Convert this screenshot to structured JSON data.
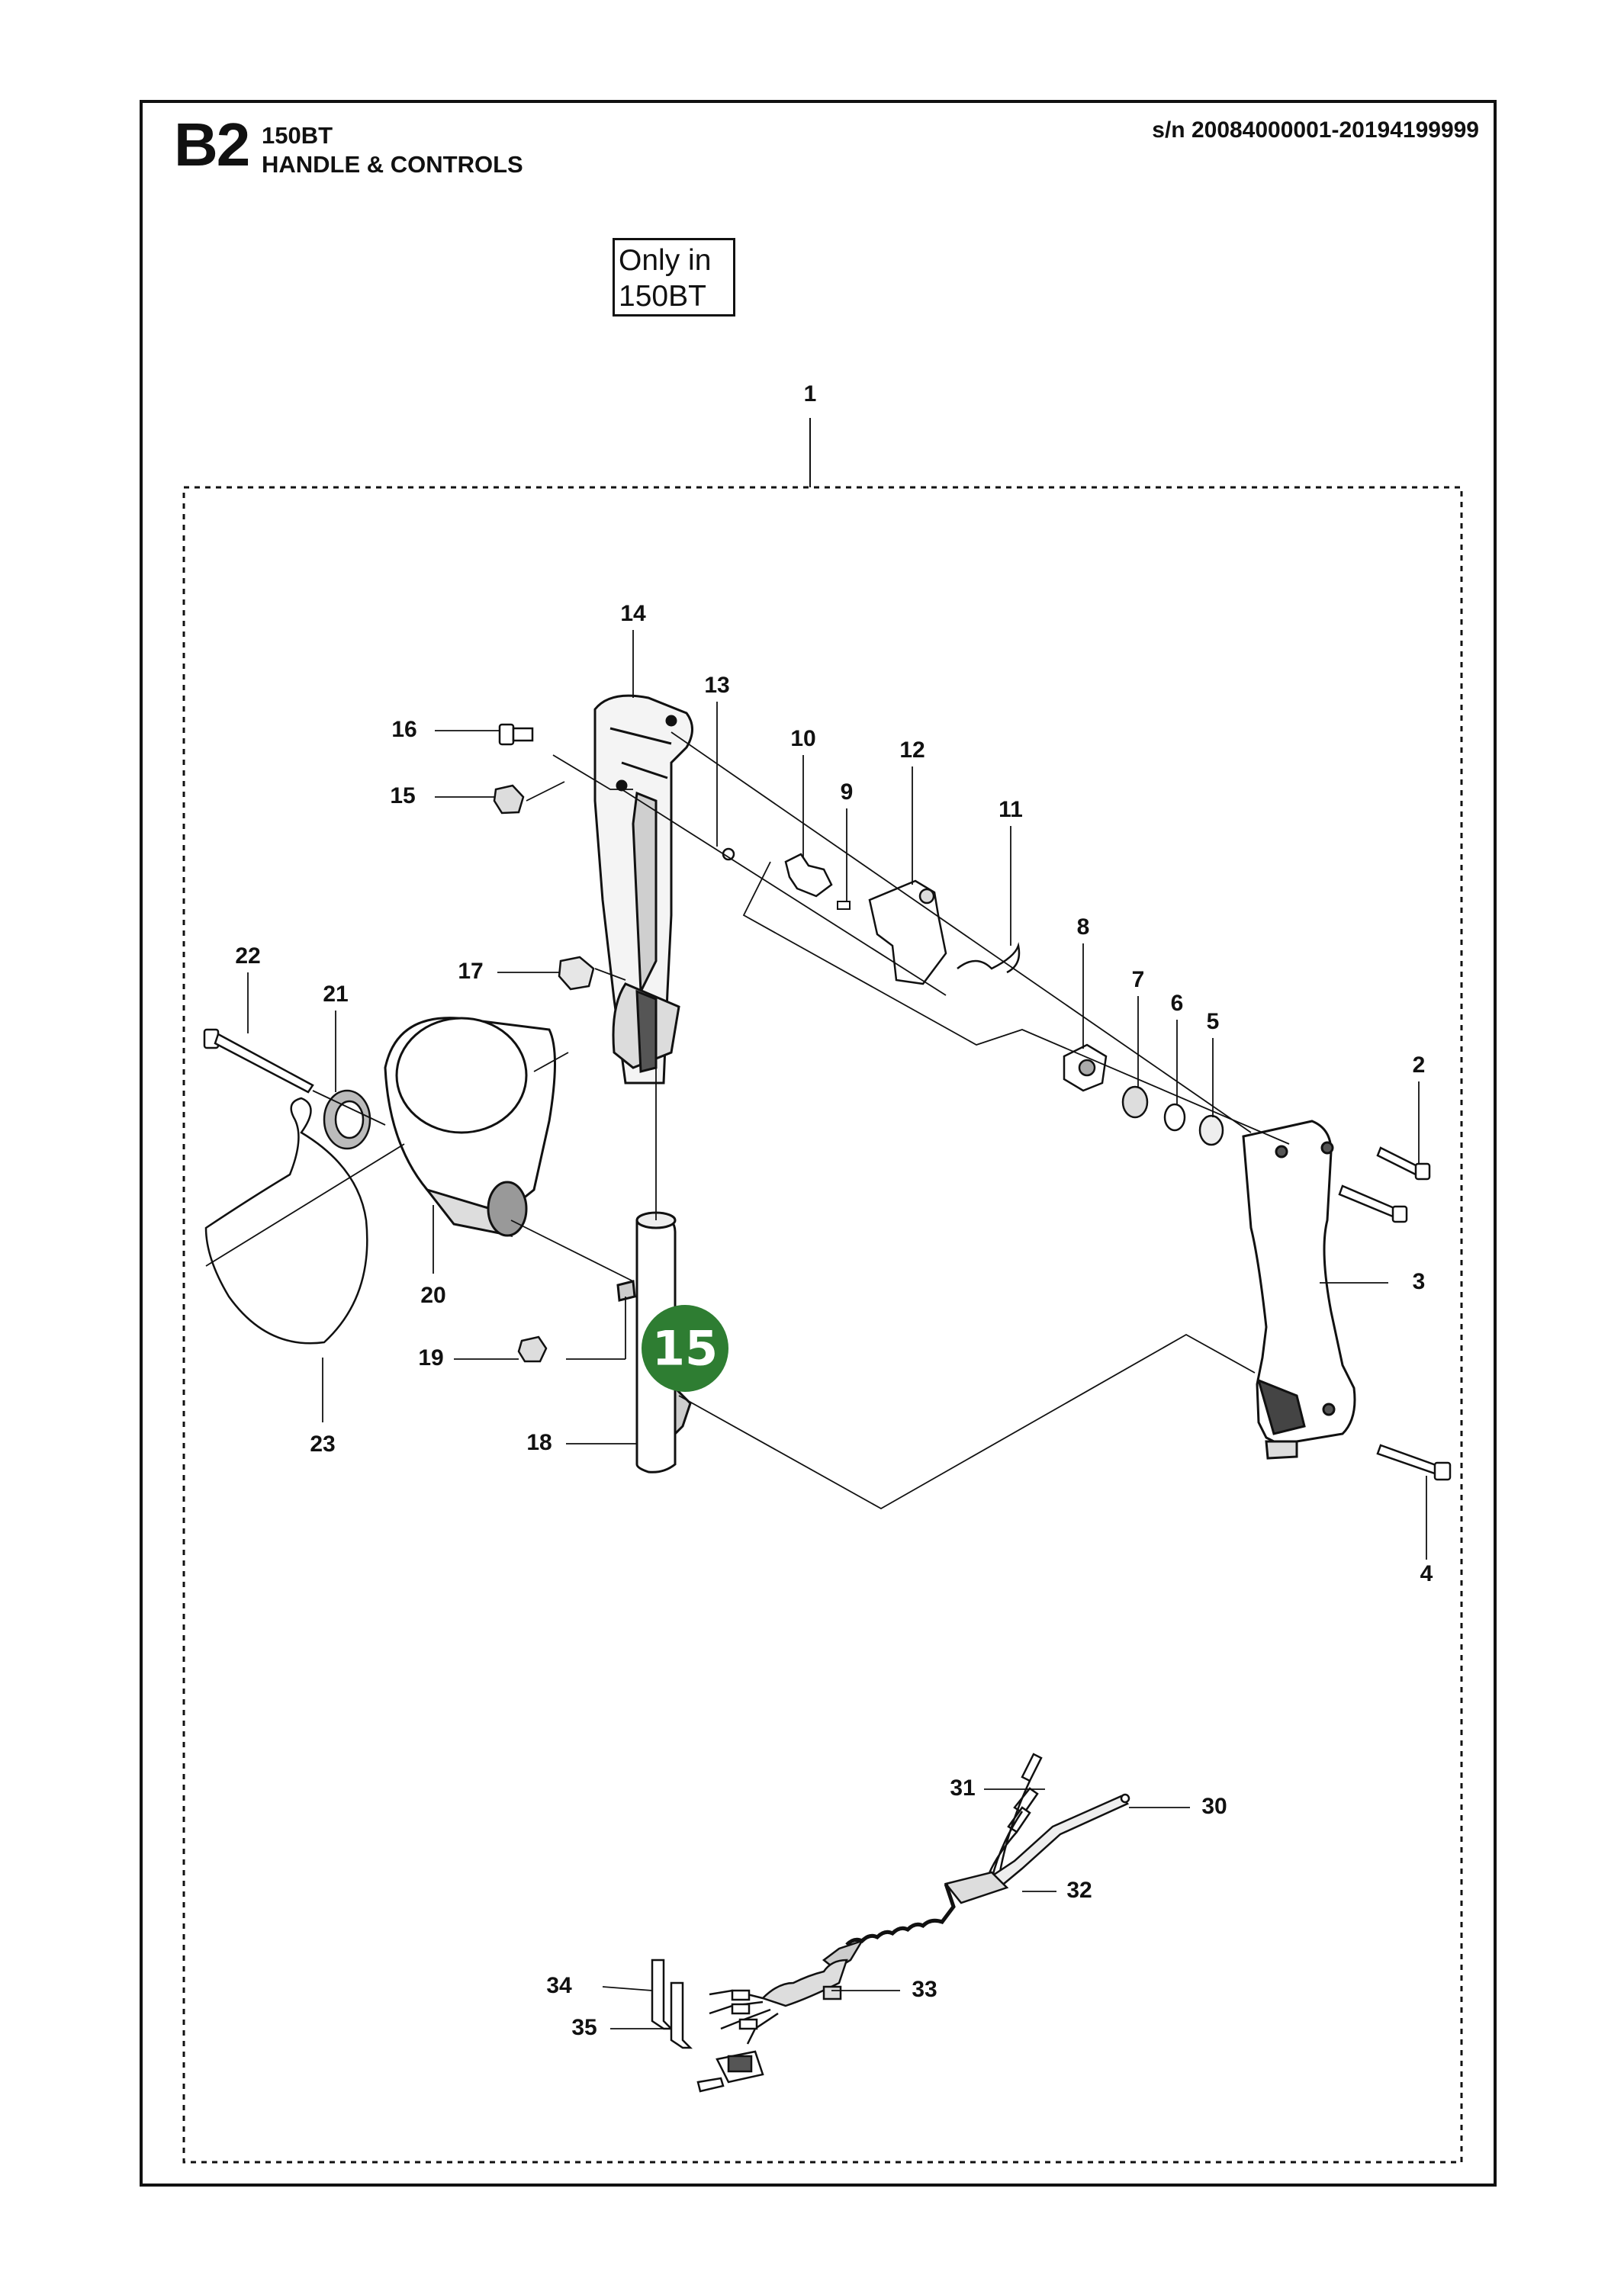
{
  "header": {
    "section_code": "B2",
    "model": "150BT",
    "title": "HANDLE & CONTROLS",
    "serial_range": "s/n 20084000001-20194199999"
  },
  "note": {
    "line1": "Only in",
    "line2": "150BT"
  },
  "badge": {
    "number": "15",
    "color": "#2e7d32"
  },
  "assembly_label": "1",
  "callouts": [
    {
      "n": "1"
    },
    {
      "n": "14"
    },
    {
      "n": "13"
    },
    {
      "n": "16"
    },
    {
      "n": "10"
    },
    {
      "n": "12"
    },
    {
      "n": "9"
    },
    {
      "n": "15"
    },
    {
      "n": "11"
    },
    {
      "n": "8"
    },
    {
      "n": "22"
    },
    {
      "n": "17"
    },
    {
      "n": "21"
    },
    {
      "n": "7"
    },
    {
      "n": "6"
    },
    {
      "n": "5"
    },
    {
      "n": "2"
    },
    {
      "n": "3"
    },
    {
      "n": "20"
    },
    {
      "n": "19"
    },
    {
      "n": "23"
    },
    {
      "n": "18"
    },
    {
      "n": "4"
    },
    {
      "n": "31"
    },
    {
      "n": "30"
    },
    {
      "n": "32"
    },
    {
      "n": "34"
    },
    {
      "n": "33"
    },
    {
      "n": "35"
    }
  ]
}
